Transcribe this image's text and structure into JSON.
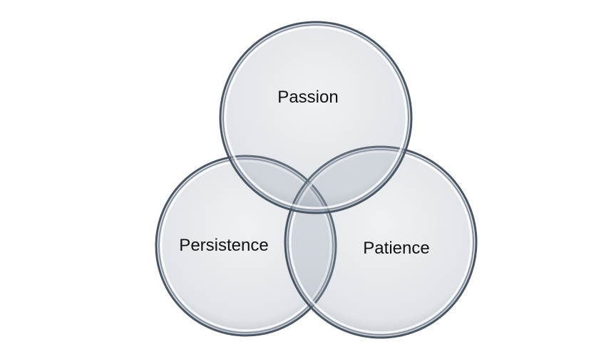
{
  "diagram": {
    "type": "venn",
    "sets": [
      {
        "id": "passion",
        "label": "Passion"
      },
      {
        "id": "persistence",
        "label": "Persistence"
      },
      {
        "id": "patience",
        "label": "Patience"
      }
    ],
    "fill_color": "#9aa4b2",
    "rim_color": "#4a5563"
  }
}
